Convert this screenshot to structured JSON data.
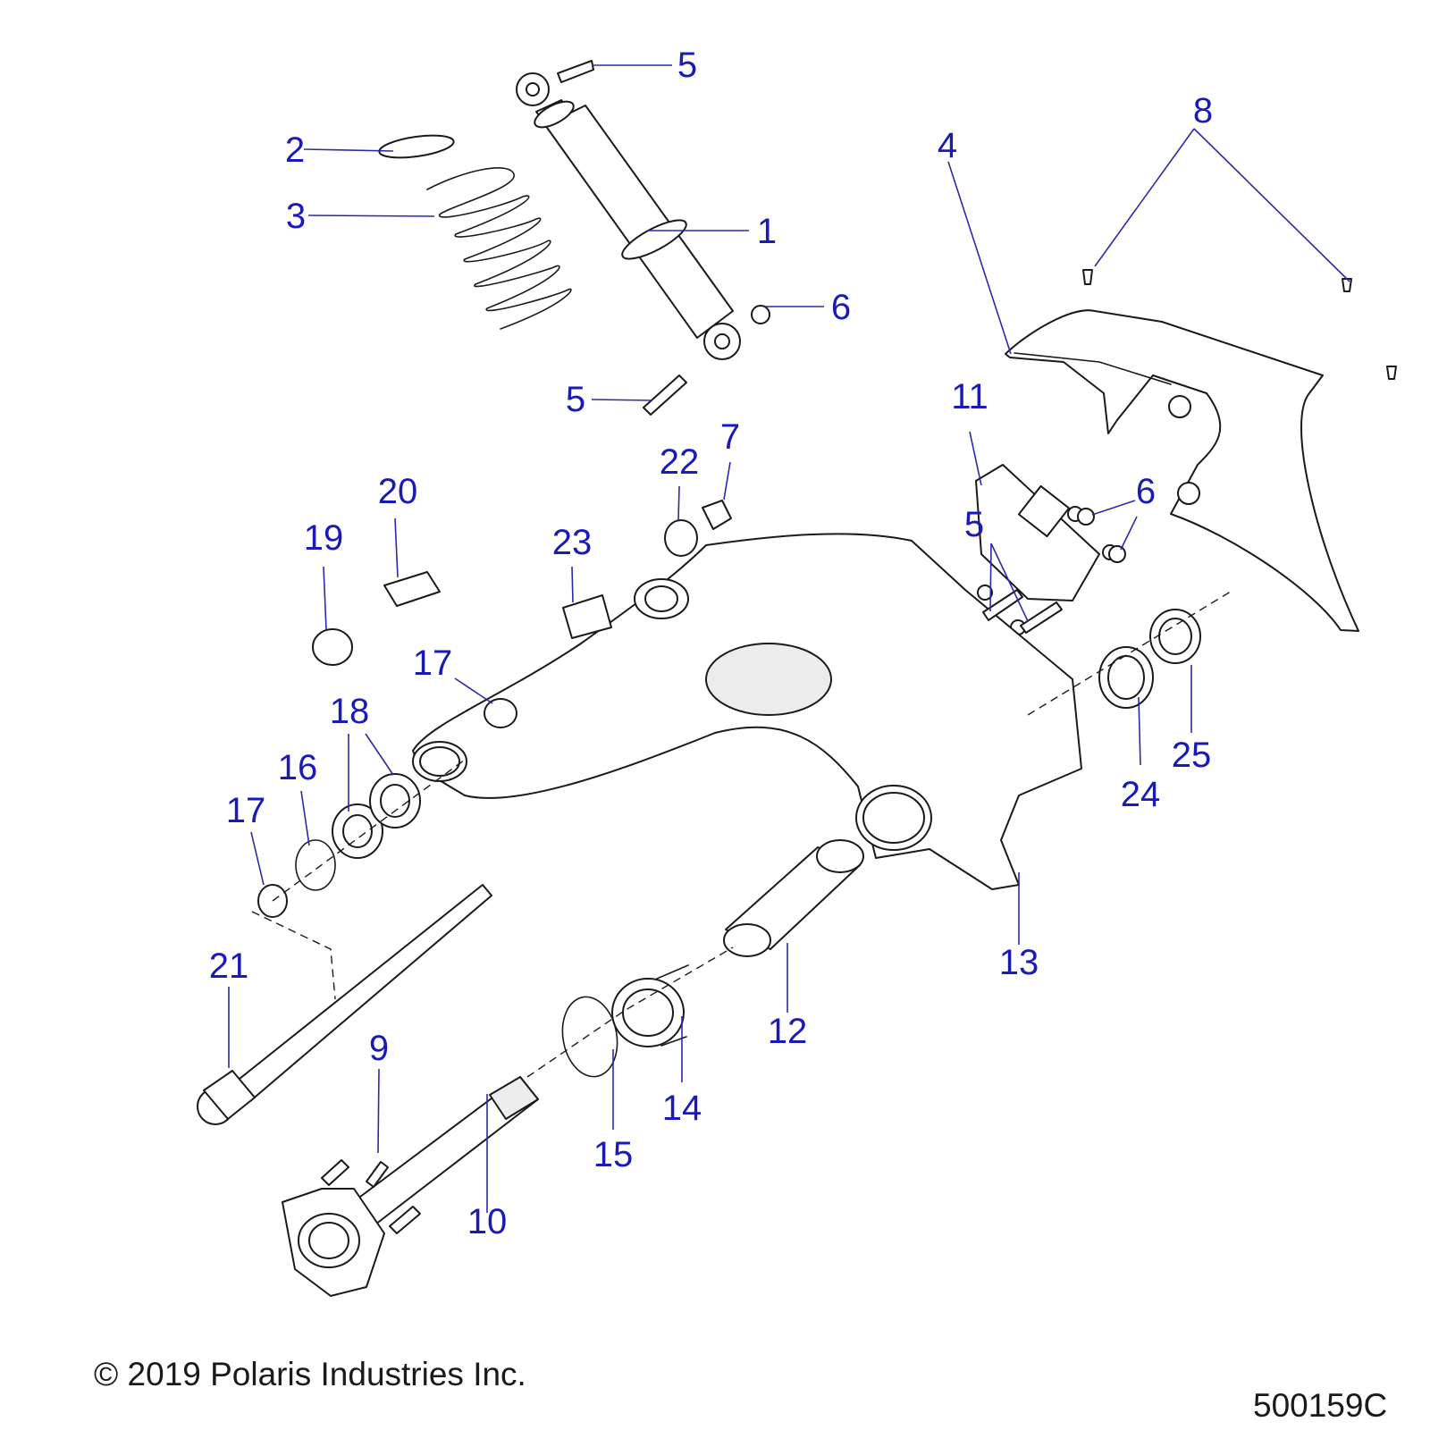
{
  "diagram": {
    "callouts": [
      {
        "id": "c1",
        "text": "1"
      },
      {
        "id": "c2",
        "text": "2"
      },
      {
        "id": "c3",
        "text": "3"
      },
      {
        "id": "c4",
        "text": "4"
      },
      {
        "id": "c5a",
        "text": "5"
      },
      {
        "id": "c5b",
        "text": "5"
      },
      {
        "id": "c5c",
        "text": "5"
      },
      {
        "id": "c6a",
        "text": "6"
      },
      {
        "id": "c6b",
        "text": "6"
      },
      {
        "id": "c7",
        "text": "7"
      },
      {
        "id": "c8",
        "text": "8"
      },
      {
        "id": "c9",
        "text": "9"
      },
      {
        "id": "c10",
        "text": "10"
      },
      {
        "id": "c11",
        "text": "11"
      },
      {
        "id": "c12",
        "text": "12"
      },
      {
        "id": "c13",
        "text": "13"
      },
      {
        "id": "c14",
        "text": "14"
      },
      {
        "id": "c15",
        "text": "15"
      },
      {
        "id": "c16",
        "text": "16"
      },
      {
        "id": "c17a",
        "text": "17"
      },
      {
        "id": "c17b",
        "text": "17"
      },
      {
        "id": "c18",
        "text": "18"
      },
      {
        "id": "c19",
        "text": "19"
      },
      {
        "id": "c20",
        "text": "20"
      },
      {
        "id": "c21",
        "text": "21"
      },
      {
        "id": "c22",
        "text": "22"
      },
      {
        "id": "c23",
        "text": "23"
      },
      {
        "id": "c24",
        "text": "24"
      },
      {
        "id": "c25",
        "text": "25"
      }
    ]
  },
  "footer": {
    "copyright": "© 2019 Polaris Industries Inc.",
    "drawing_number": "500159C"
  },
  "colors": {
    "callout_text": "#1a1ab8",
    "leader_line": "#2a2aa8",
    "part_outline": "#1a1a1a"
  }
}
